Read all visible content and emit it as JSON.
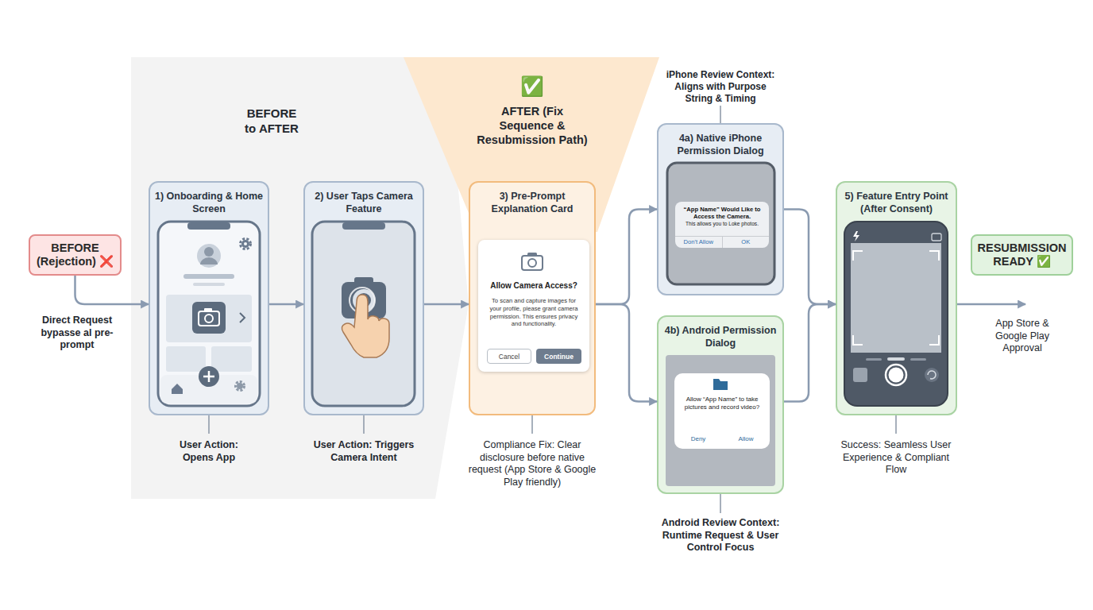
{
  "diagram": {
    "nodes": [
      {
        "text": [
          "BEFORE (Rejection) ❌"
        ]
      },
      {
        "text": [
          "1) Onboarding & Home Screen"
        ]
      },
      {
        "text": [
          "2) User Taps Camera Feature"
        ]
      },
      {
        "text": [
          "3) Pre-Prompt Explanation Card"
        ]
      },
      {
        "text": [
          "Allow Camera Access?",
          "To scan and capture images for your profile, please grant camera permission. This ensures privacy and functionality."
        ],
        "in": 3
      },
      {
        "text": [
          "Cancel"
        ],
        "in": 4
      },
      {
        "text": [
          "Continue"
        ],
        "in": 4
      },
      {
        "text": [
          "4a) Native iPhone Permission Dialog"
        ]
      },
      {
        "text": [
          "“App Name” Would Like to Access the Camera.",
          "This allows you to Loke photos.",
          "Don't Allow",
          "OK"
        ],
        "in": 7
      },
      {
        "text": [
          "4b) Android Permission Dialog"
        ]
      },
      {
        "text": [
          "Allow “App Name” to take pictures and record video?",
          "Deny",
          "Allow"
        ],
        "in": 9
      },
      {
        "text": [
          "5) Feature Entry Point (After Consent)"
        ]
      },
      {
        "text": [
          "RESUBMISSION READY ✅"
        ]
      }
    ],
    "edges": [
      {
        "from": 0,
        "to": 1,
        "arrow": "to"
      },
      {
        "from": 1,
        "to": 2,
        "arrow": "to"
      },
      {
        "from": 2,
        "to": 3,
        "arrow": "to"
      },
      {
        "from": 3,
        "to": 7,
        "arrow": "to"
      },
      {
        "from": 3,
        "to": 9,
        "arrow": "to"
      },
      {
        "from": 7,
        "to": 11,
        "arrow": "to"
      },
      {
        "from": 9,
        "to": 11,
        "arrow": "to"
      }
    ],
    "labels": [
      "BEFORE to AFTER",
      "✅",
      "AFTER (Fix Sequence & Resubmission Path)",
      "iPhone Review Context: Aligns with Purpose String & Timing",
      "Direct Request bypasse al pre-prompt",
      "User Action: Opens App",
      "User Action: Triggers Camera Intent",
      "Compliance Fix: Clear disclosure before native request (App Store & Google Play friendly)",
      "Android Review Context: Runtime Request & User Control Focus",
      "Success: Seamless User Experience & Compliant Flow",
      "App Store & Google Play Approval"
    ]
  }
}
